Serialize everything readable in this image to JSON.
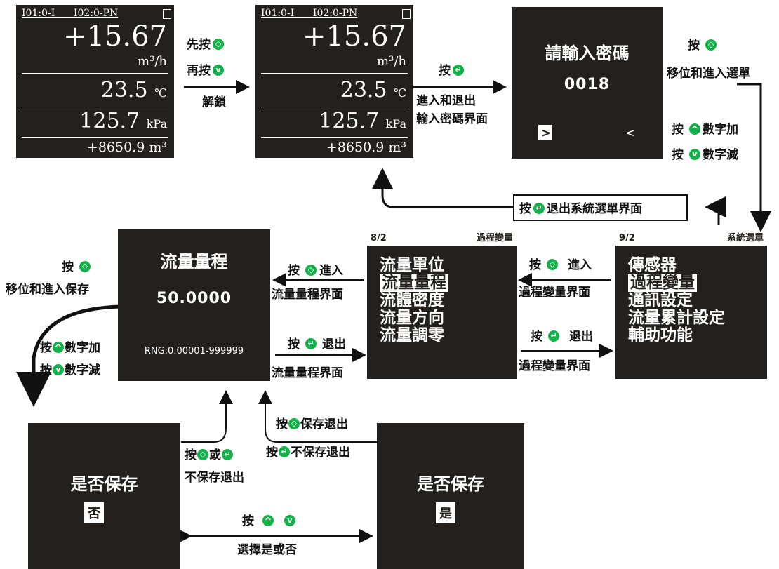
{
  "screens": {
    "main": {
      "channels": "I01:0-I      I02:0-PN",
      "flow_value": "+15.67",
      "flow_unit": "m³/h",
      "temp_value": "23.5",
      "temp_unit": "℃",
      "press_value": "125.7",
      "press_unit": "kPa",
      "total": "+8650.9 m³"
    },
    "password": {
      "title": "請輸入密碼",
      "code": "0018",
      "left": ">",
      "right": "<"
    },
    "system_menu": {
      "index": "9/2",
      "title": "系統選單",
      "items": [
        "傳感器",
        "過程變量",
        "通訊設定",
        "流量累計設定",
        "輔助功能"
      ]
    },
    "process_menu": {
      "index": "8/2",
      "title": "過程變量",
      "items": [
        "流量單位",
        "流量量程",
        "流體密度",
        "流量方向",
        "流量調零"
      ]
    },
    "range": {
      "title": "流量量程",
      "value": "50.0000",
      "rng": "RNG:0.00001-999999"
    },
    "save_no": {
      "title": "是否保存",
      "option": "否"
    },
    "save_yes": {
      "title": "是否保存",
      "option": "是"
    }
  },
  "labels": {
    "press_first": "先按",
    "press_then": "再按",
    "unlock": "解鎖",
    "press": "按",
    "enter_exit_1": "進入和退出",
    "enter_exit_2": "輸入密碼界面",
    "shift_enter_menu": "移位和進入選單",
    "digit_add": "數字加",
    "digit_sub": "數字減",
    "exit_system_menu": "退出系統選單界面",
    "enter": "進入",
    "exit": "退出",
    "process_var_screen": "過程變量界面",
    "flow_range_screen": "流量量程界面",
    "shift_enter_save": "移位和進入保存",
    "save_exit": "保存退出",
    "no_save_exit": "不保存退出",
    "or": "或",
    "select_yes_no": "選擇是或否"
  },
  "colors": {
    "screen_bg": "#24201d",
    "button_green": "#14b14a"
  }
}
